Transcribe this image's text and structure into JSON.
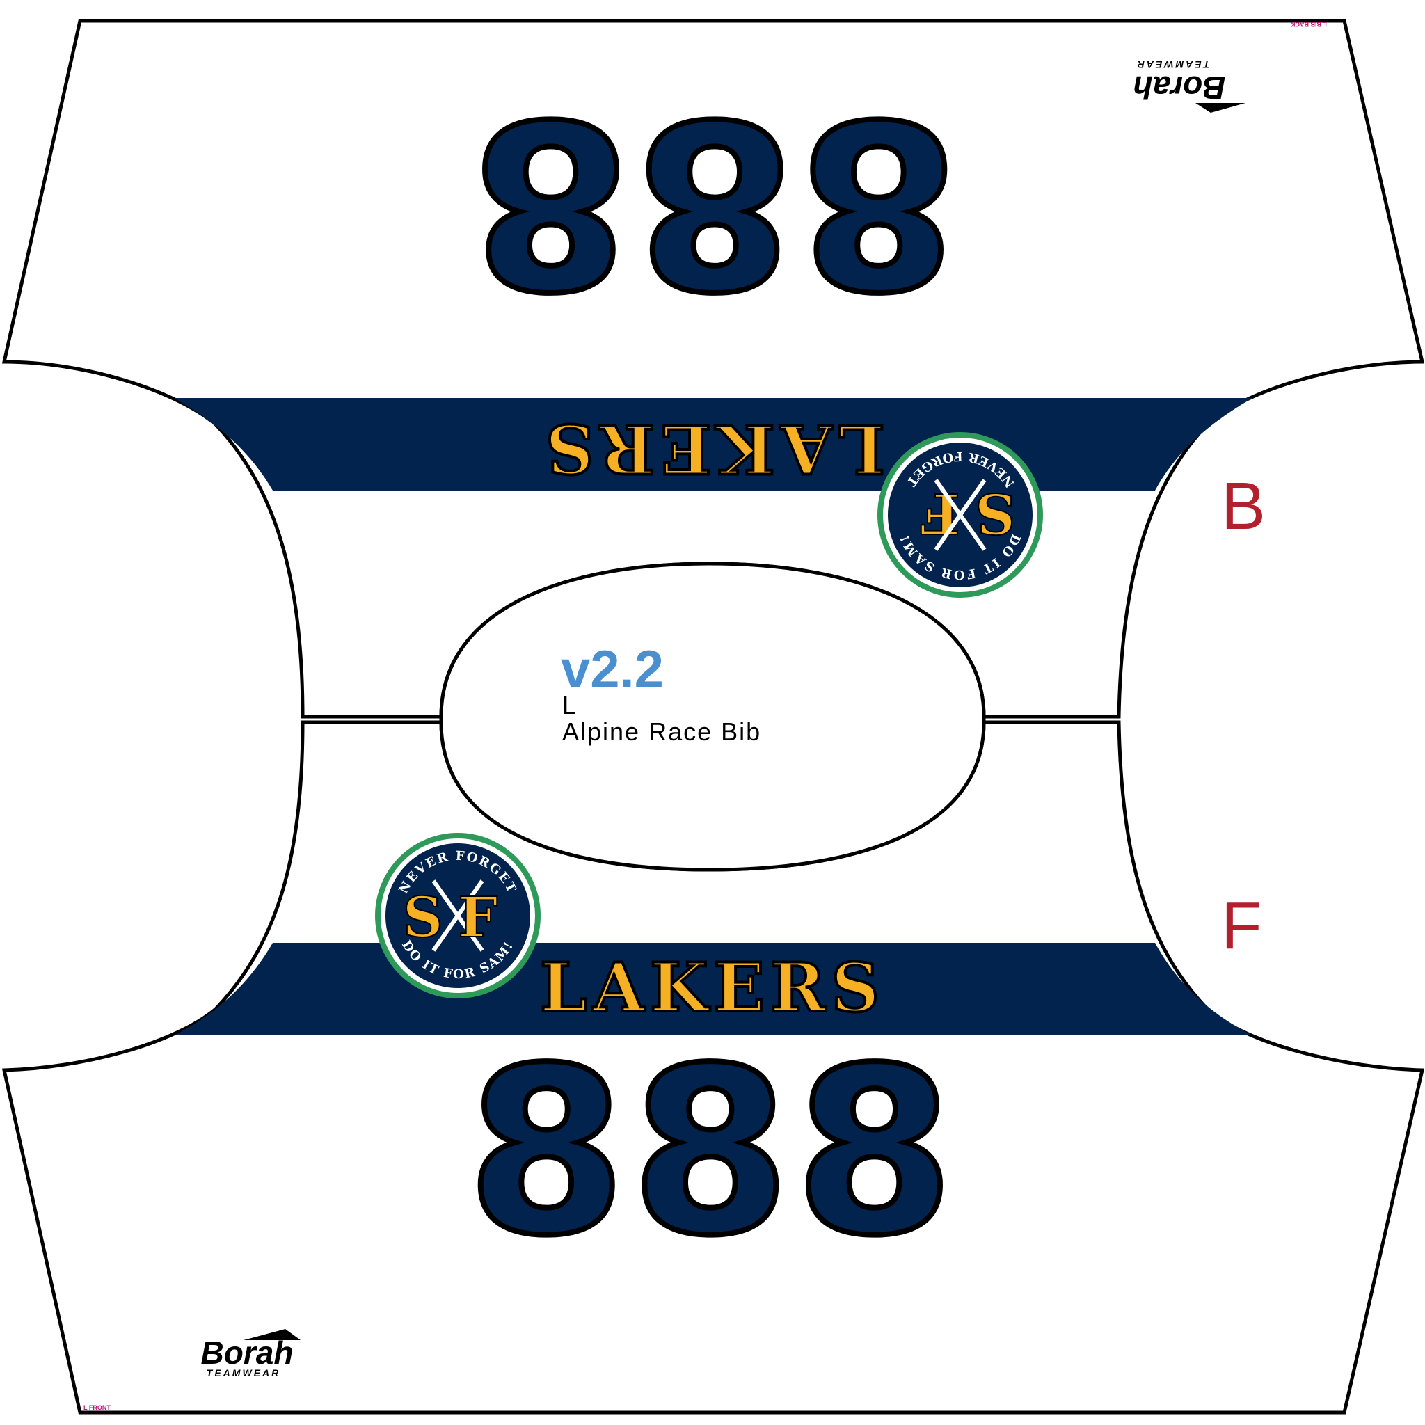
{
  "colors": {
    "navy": "#02234d",
    "gold": "#f5b123",
    "outline": "#000000",
    "accent_red": "#b3202d",
    "version_blue": "#4a8fd0",
    "tag_magenta": "#c0167a",
    "badge_green": "#2e9a5a",
    "paper": "#ffffff"
  },
  "back": {
    "tag": "L BIB BACK",
    "logo_brand": "Borah",
    "logo_sub": "TEAMWEAR",
    "number": "888",
    "team": "LAKERS",
    "side_letter": "B",
    "badge": {
      "monogram": "SF",
      "top_text": "DO IT FOR SAM!",
      "bottom_text": "NEVER FORGET"
    }
  },
  "front": {
    "tag": "L  FRONT",
    "logo_brand": "Borah",
    "logo_sub": "TEAMWEAR",
    "number": "888",
    "team": "LAKERS",
    "side_letter": "F",
    "badge": {
      "monogram": "SF",
      "top_text": "NEVER FORGET",
      "bottom_text": "DO IT FOR SAM!"
    }
  },
  "center": {
    "version": "v2.2",
    "size": "L",
    "product": "Alpine Race Bib"
  }
}
